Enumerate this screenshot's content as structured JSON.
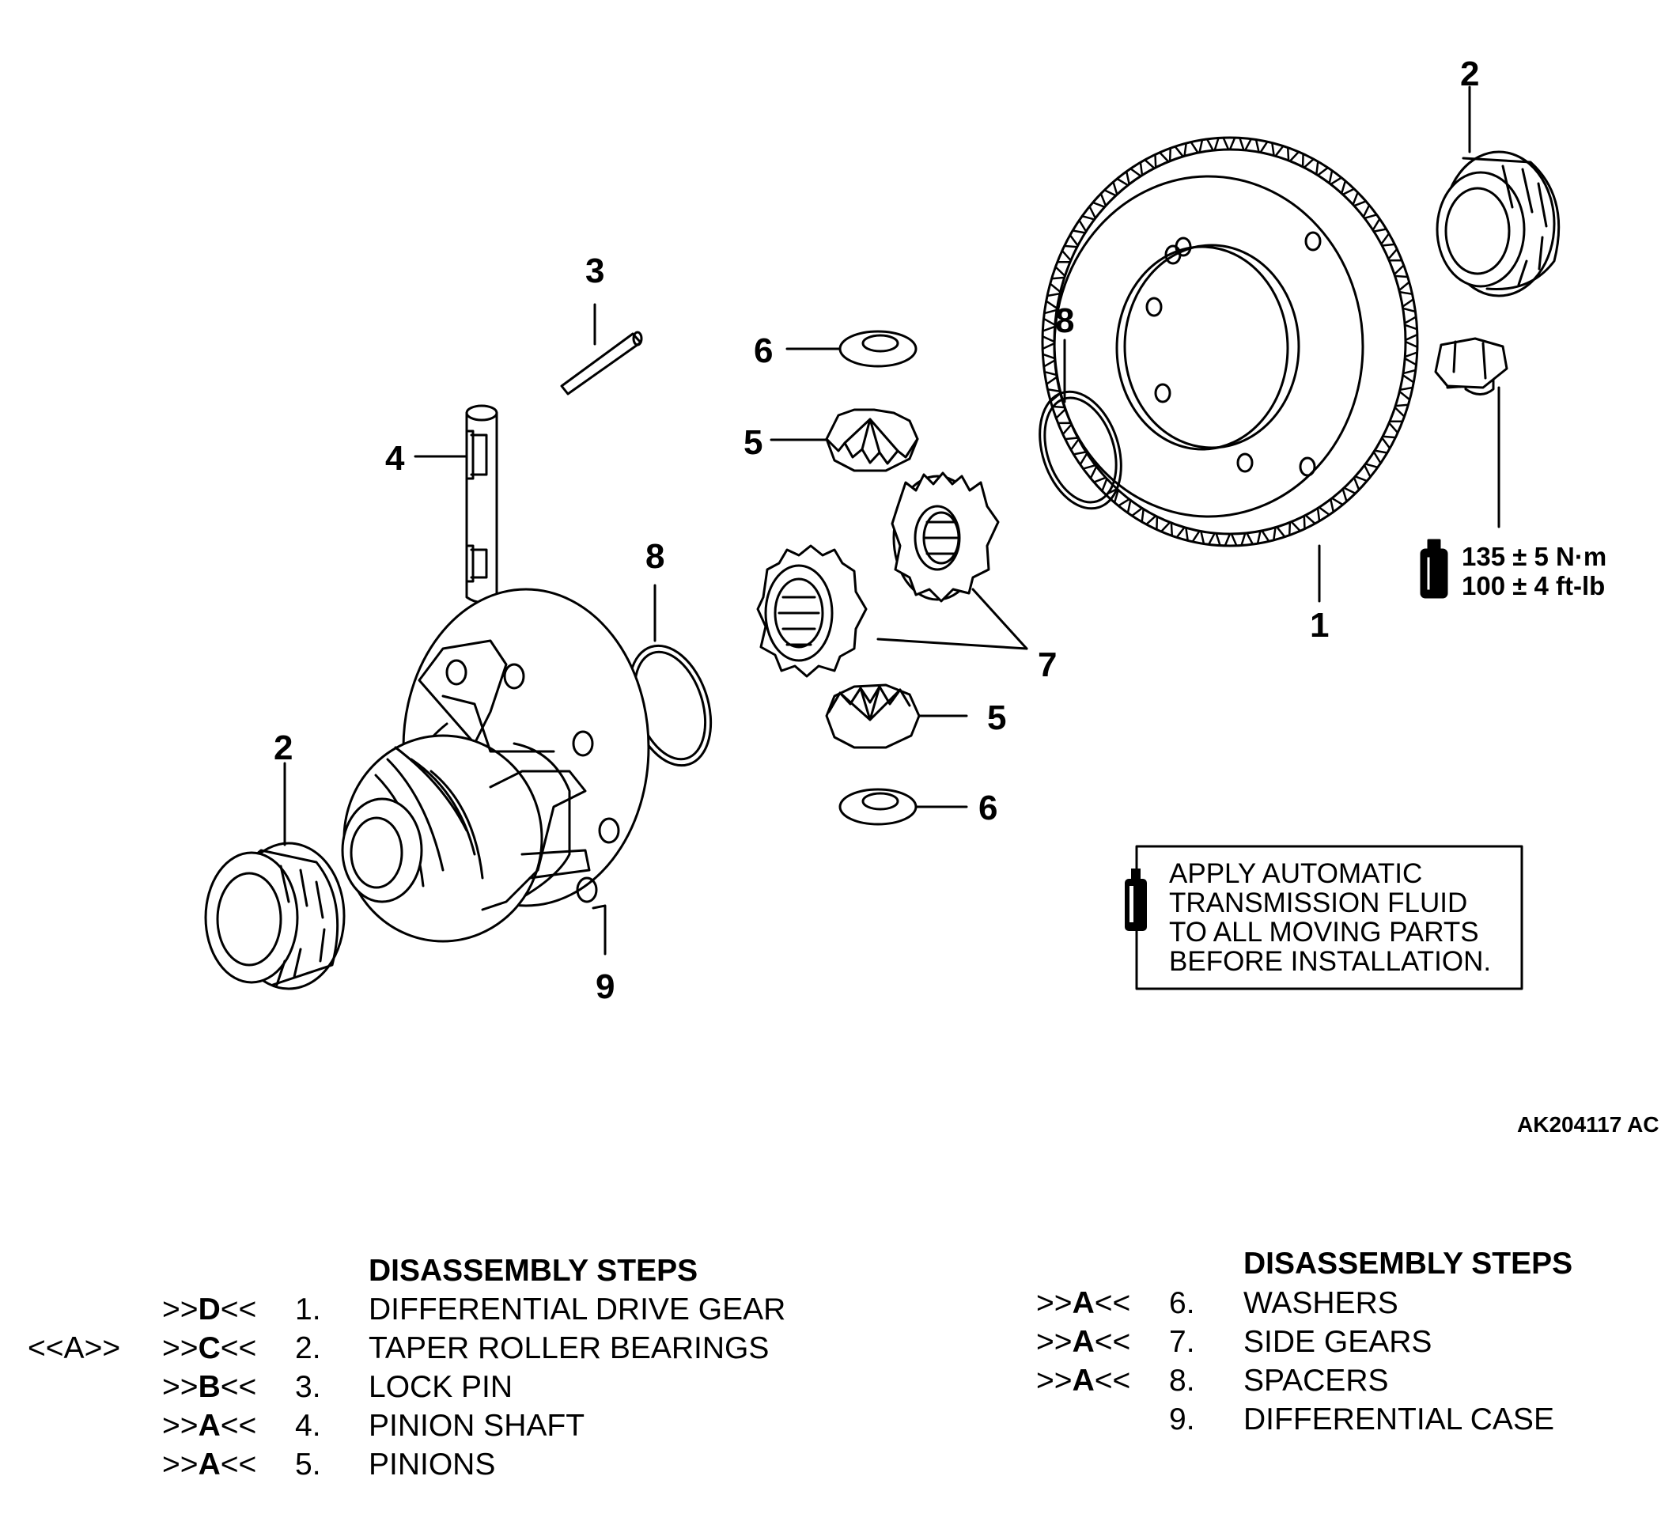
{
  "callouts": {
    "c1": "1",
    "c2a": "2",
    "c2b": "2",
    "c3": "3",
    "c4": "4",
    "c5a": "5",
    "c5b": "5",
    "c6a": "6",
    "c6b": "6",
    "c7": "7",
    "c8a": "8",
    "c8b": "8",
    "c9": "9"
  },
  "torque": {
    "metric": "135 ± 5 N·m",
    "imperial": "100 ± 4 ft-lb"
  },
  "note": {
    "lines": [
      "APPLY AUTOMATIC",
      "TRANSMISSION FLUID",
      "TO ALL MOVING PARTS",
      "BEFORE INSTALLATION."
    ]
  },
  "figure_id": "AK204117 AC",
  "steps_left": {
    "heading": "DISASSEMBLY STEPS",
    "rows": [
      {
        "pre": "",
        "code_open": ">>",
        "code_letter": "D",
        "code_close": "<<",
        "num": "1.",
        "label": "DIFFERENTIAL DRIVE GEAR"
      },
      {
        "pre": "<<A>>",
        "code_open": ">>",
        "code_letter": "C",
        "code_close": "<<",
        "num": "2.",
        "label": "TAPER ROLLER BEARINGS"
      },
      {
        "pre": "",
        "code_open": ">>",
        "code_letter": "B",
        "code_close": "<<",
        "num": "3.",
        "label": "LOCK PIN"
      },
      {
        "pre": "",
        "code_open": ">>",
        "code_letter": "A",
        "code_close": "<<",
        "num": "4.",
        "label": "PINION SHAFT"
      },
      {
        "pre": "",
        "code_open": ">>",
        "code_letter": "A",
        "code_close": "<<",
        "num": "5.",
        "label": "PINIONS"
      }
    ]
  },
  "steps_right": {
    "heading": "DISASSEMBLY STEPS",
    "rows": [
      {
        "code_open": ">>",
        "code_letter": "A",
        "code_close": "<<",
        "num": "6.",
        "label": "WASHERS"
      },
      {
        "code_open": ">>",
        "code_letter": "A",
        "code_close": "<<",
        "num": "7.",
        "label": "SIDE GEARS"
      },
      {
        "code_open": ">>",
        "code_letter": "A",
        "code_close": "<<",
        "num": "8.",
        "label": "SPACERS"
      },
      {
        "code_open": "",
        "code_letter": "",
        "code_close": "",
        "num": "9.",
        "label": "DIFFERENTIAL CASE"
      }
    ]
  }
}
